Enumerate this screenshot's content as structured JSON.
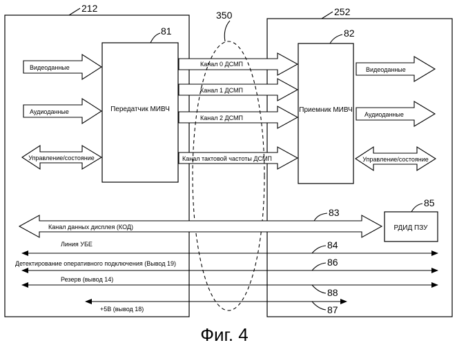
{
  "figure": {
    "caption": "Фиг. 4",
    "ref_numbers": {
      "left_device": "212",
      "right_device": "252",
      "link": "350",
      "transmitter": "81",
      "receiver": "82",
      "ddc_line": "83",
      "cec_line": "84",
      "eeprom": "85",
      "hpd_line": "86",
      "power_line": "87",
      "reserved_line": "88"
    },
    "transmitter": {
      "label": "Передатчик МИВЧ"
    },
    "receiver": {
      "label": "Приемник МИВЧ"
    },
    "eeprom": {
      "label": "РДИД ПЗУ"
    },
    "inputs": [
      "Видеоданные",
      "Аудиоданные",
      "Управление/состояние"
    ],
    "outputs": [
      "Видеоданные",
      "Аудиоданные",
      "Управление/состояние"
    ],
    "channels": [
      "Канал 0 ДСМП",
      "Канал 1 ДСМП",
      "Канал 2 ДСМП",
      "Канал тактовой частоты ДСМП"
    ],
    "lines": {
      "ddc": "Канал данных дисплея (КОД)",
      "cec": "Линия УБЕ",
      "hpd": "Детектирование оперативного подключения (Вывод 19)",
      "reserved": "Резерв (вывод 14)",
      "power": "+5В (вывод 18)"
    }
  }
}
